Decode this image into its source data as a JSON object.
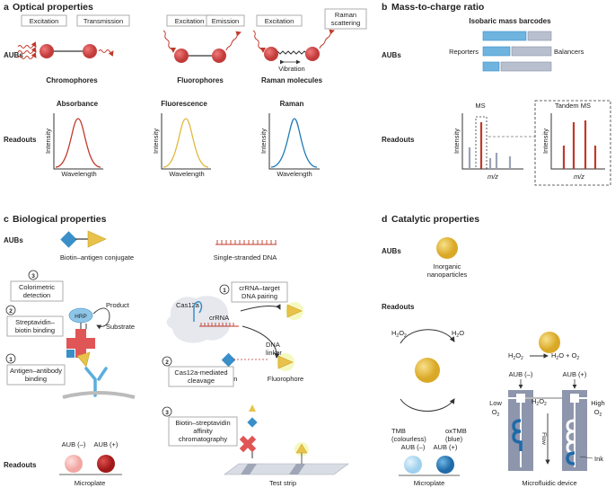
{
  "panels": {
    "a": {
      "letter": "a",
      "title": "Optical properties"
    },
    "b": {
      "letter": "b",
      "title": "Mass-to-charge ratio"
    },
    "c": {
      "letter": "c",
      "title": "Biological properties"
    },
    "d": {
      "letter": "d",
      "title": "Catalytic properties"
    }
  },
  "row_labels": {
    "aubs": "AUBs",
    "readouts": "Readouts"
  },
  "optical": {
    "chromo": {
      "excitation": "Excitation",
      "transmission": "Transmission",
      "name": "Chromophores",
      "readout": "Absorbance"
    },
    "fluoro": {
      "excitation": "Excitation",
      "emission": "Emission",
      "name": "Fluorophores",
      "readout": "Fluorescence"
    },
    "raman": {
      "excitation": "Excitation",
      "scattering_1": "Raman",
      "scattering_2": "scattering",
      "vibration": "Vibration",
      "name": "Raman molecules",
      "readout": "Raman"
    },
    "axis_y": "Intensity",
    "axis_x": "Wavelength"
  },
  "mass": {
    "barcodes": "Isobaric mass barcodes",
    "reporters": "Reporters",
    "balancers": "Balancers",
    "ms": "MS",
    "tandem_ms": "Tandem MS",
    "axis_y": "Intensity",
    "axis_x": "m/z"
  },
  "bio": {
    "conjugate": "Biotin–antigen conjugate",
    "ssdna": "Single-stranded DNA",
    "step3_num": "3",
    "step3_1": "Colorimetric",
    "step3_2": "detection",
    "hrp": "HRP",
    "product": "Product",
    "substrate": "Substrate",
    "step2_num": "2",
    "step2_1": "Streptavidin–",
    "step2_2": "biotin binding",
    "step1_num": "1",
    "step1_1": "Antigen–antibody",
    "step1_2": "binding",
    "cas": "Cas12a",
    "crrna": "crRNA",
    "r1_num": "1",
    "r1_1": "crRNA–target",
    "r1_2": "DNA pairing",
    "r2_num": "2",
    "r2_1": "Cas12a-mediated",
    "r2_2": "cleavage",
    "dna_linker_1": "DNA",
    "dna_linker_2": "linker",
    "biotin": "Biotin",
    "fluorophore": "Fluorophore",
    "r3_num": "3",
    "r3_1": "Biotin–streptavidin",
    "r3_2": "affinity",
    "r3_3": "chromatography",
    "aub_neg": "AUB (–)",
    "aub_pos": "AUB (+)",
    "microplate": "Microplate",
    "test_strip": "Test strip"
  },
  "cat": {
    "inorganic_1": "Inorganic",
    "inorganic_2": "nanoparticles",
    "h2o2": "H",
    "h2o": "H",
    "tmb_1": "TMB",
    "tmb_2": "(colourless)",
    "ox_1": "oxTMB",
    "ox_2": "(blue)",
    "aub_neg": "AUB (–)",
    "aub_pos": "AUB (+)",
    "microplate": "Microplate",
    "low": "Low",
    "high": "High",
    "flow": "Flow",
    "ink": "Ink",
    "device": "Microfluidic device"
  },
  "colors": {
    "red": "#d94c4c",
    "yellow": "#e8c24a",
    "blue": "#3a8fc9",
    "light_blue": "#8fc6e8",
    "gray": "#9aa3b8"
  }
}
